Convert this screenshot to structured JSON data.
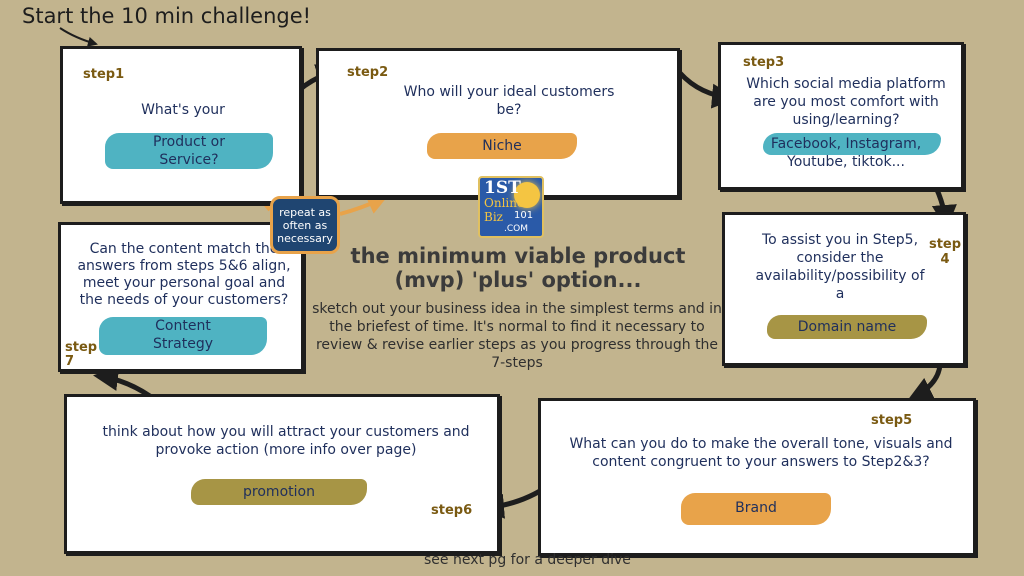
{
  "header": {
    "title": "Start the 10 min challenge!"
  },
  "steps": [
    {
      "label": "step1",
      "question": "What's your",
      "answer": "Product or Service?"
    },
    {
      "label": "step2",
      "question": "Who will your ideal customers be?",
      "answer": "Niche"
    },
    {
      "label": "step3",
      "question": "Which social media platform are you most comfort with using/learning?",
      "answer": "Facebook, Instagram, Youtube, tiktok..."
    },
    {
      "label": "step 4",
      "question": "To assist you in Step5, consider the availability/possibility of a",
      "answer": "Domain name"
    },
    {
      "label": "step5",
      "question": "What can you do to make the overall tone, visuals and content congruent to your answers to Step2&3?",
      "answer": "Brand"
    },
    {
      "label": "step6",
      "question": "think about how you will attract your customers and provoke action (more info over page)",
      "answer": "promotion"
    },
    {
      "label": "step 7",
      "question": "Can the content match the answers from steps 5&6 align, meet your personal goal and the needs of your customers?",
      "answer": "Content Strategy"
    }
  ],
  "repeat_badge": "repeat as often as necessary",
  "center": {
    "title": "the minimum viable product (mvp) 'plus' option...",
    "body": "sketch out your business idea in the simplest terms and in the briefest of time. It's normal to find it necessary to review & revise earlier steps as you progress through the 7-steps"
  },
  "logo": {
    "line1": "1ST",
    "line2": "Online",
    "line3": "Biz",
    "line4": "101",
    "line5": ".COM"
  },
  "footer": {
    "note": "see next pg for a deeper dive"
  },
  "colors": {
    "background": "#c2b48e",
    "navy": "#1f2f5c",
    "teal": "#4fb3c2",
    "orange": "#e8a34a",
    "olive": "#a79545"
  }
}
